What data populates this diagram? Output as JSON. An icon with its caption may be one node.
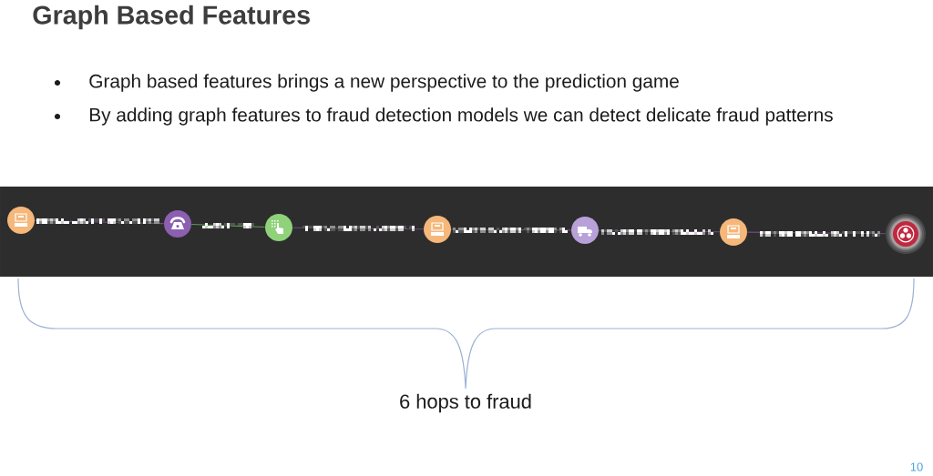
{
  "diagram": {
    "title": "Graph Based Features",
    "nodes": [
      {
        "text": [],
        "shape": "circle"
      },
      {
        "text": [],
        "shape": "circle"
      },
      {
        "text": [],
        "shape": "circle"
      },
      {
        "text": [],
        "shape": "circle"
      },
      {
        "text": [],
        "shape": "circle"
      },
      {
        "text": [],
        "shape": "circle"
      },
      {
        "text": [],
        "shape": "circle"
      }
    ],
    "edges": [
      {
        "from": 0,
        "to": 1,
        "arrow": "none"
      },
      {
        "from": 1,
        "to": 2,
        "arrow": "none",
        "color": "#5c9a55"
      },
      {
        "from": 2,
        "to": 3,
        "arrow": "none"
      },
      {
        "from": 3,
        "to": 4,
        "arrow": "none"
      },
      {
        "from": 4,
        "to": 5,
        "arrow": "none"
      },
      {
        "from": 5,
        "to": 6,
        "arrow": "none"
      }
    ],
    "labels": [
      "Graph based features brings a new perspective to the prediction game",
      "By adding graph features to fraud detection models we can detect delicate fraud patterns",
      "6 hops to fraud",
      "10"
    ]
  }
}
